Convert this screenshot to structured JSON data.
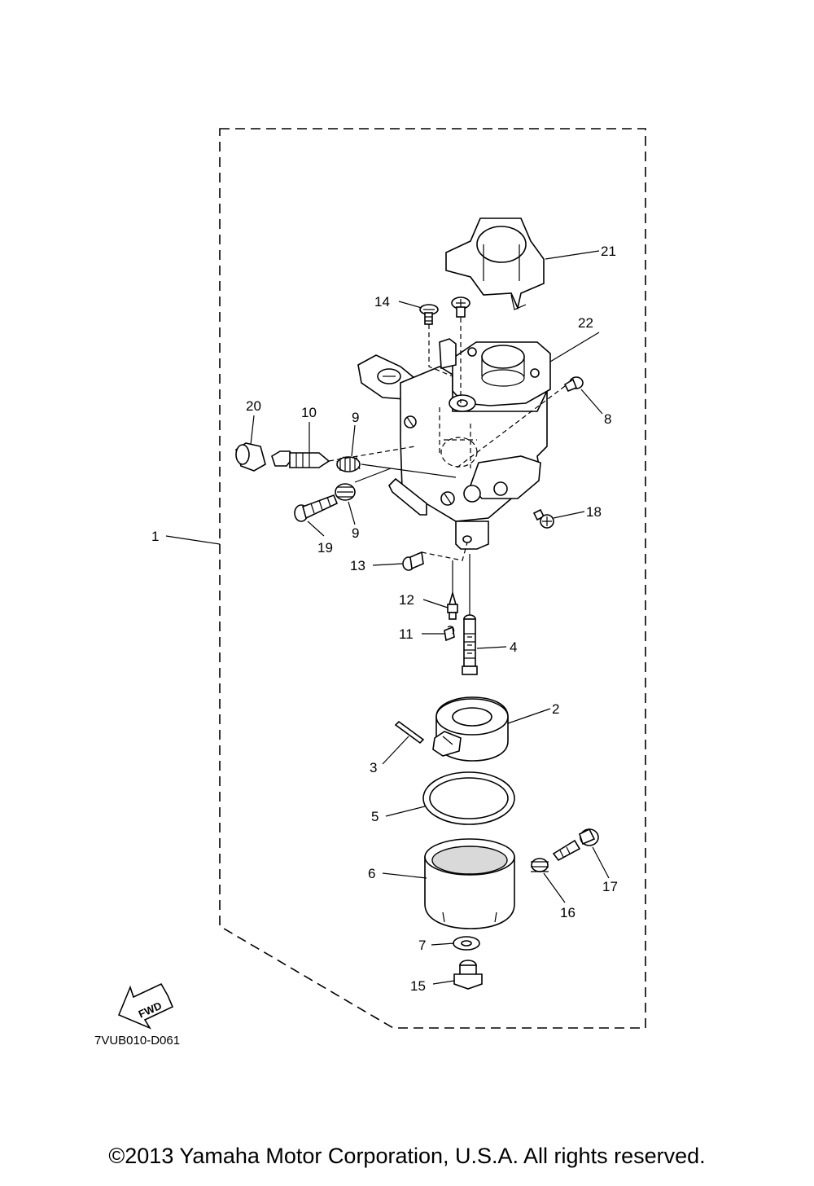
{
  "diagram": {
    "drawing_code": "7VUB010-D061",
    "fwd_label": "FWD",
    "callouts": [
      {
        "id": "1",
        "label": "1"
      },
      {
        "id": "2",
        "label": "2"
      },
      {
        "id": "3",
        "label": "3"
      },
      {
        "id": "4",
        "label": "4"
      },
      {
        "id": "5",
        "label": "5"
      },
      {
        "id": "6",
        "label": "6"
      },
      {
        "id": "7",
        "label": "7"
      },
      {
        "id": "8",
        "label": "8"
      },
      {
        "id": "9a",
        "label": "9"
      },
      {
        "id": "9b",
        "label": "9"
      },
      {
        "id": "10",
        "label": "10"
      },
      {
        "id": "11",
        "label": "11"
      },
      {
        "id": "12",
        "label": "12"
      },
      {
        "id": "13",
        "label": "13"
      },
      {
        "id": "14",
        "label": "14"
      },
      {
        "id": "15",
        "label": "15"
      },
      {
        "id": "16",
        "label": "16"
      },
      {
        "id": "17",
        "label": "17"
      },
      {
        "id": "18",
        "label": "18"
      },
      {
        "id": "19",
        "label": "19"
      },
      {
        "id": "20",
        "label": "20"
      },
      {
        "id": "21",
        "label": "21"
      },
      {
        "id": "22",
        "label": "22"
      }
    ]
  },
  "footer": {
    "copyright": "©2013 Yamaha Motor Corporation, U.S.A. All rights reserved."
  }
}
